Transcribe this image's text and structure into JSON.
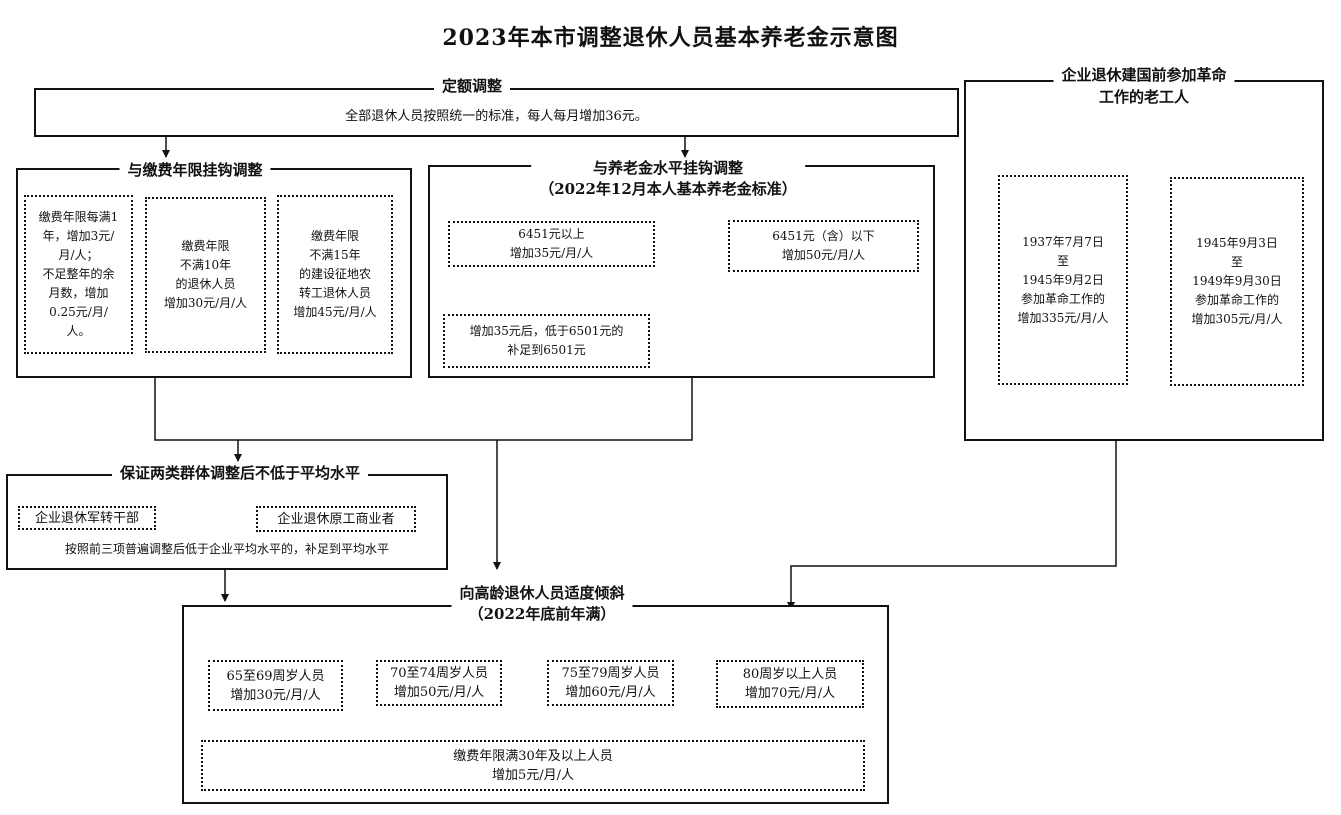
{
  "title": "2023年本市调整退休人员基本养老金示意图",
  "fixed": {
    "label": "定额调整",
    "text": "全部退休人员按照统一的标准，每人每月增加36元。"
  },
  "years": {
    "label": "与缴费年限挂钩调整",
    "items": [
      "缴费年限每满1\n年，增加3元/\n月/人；\n不足整年的余\n月数，增加\n0.25元/月/\n人。",
      "缴费年限\n不满10年\n的退休人员\n增加30元/月/人",
      "缴费年限\n不满15年\n的建设征地农\n转工退休人员\n增加45元/月/人"
    ]
  },
  "level": {
    "label": "与养老金水平挂钩调整\n（2022年12月本人基本养老金标准）",
    "above": "6451元以上\n增加35元/月/人",
    "above_topup": "增加35元后，低于6501元的\n补足到6501元",
    "below": "6451元（含）以下\n增加50元/月/人"
  },
  "veteran": {
    "label": "企业退休建国前参加革命\n工作的老工人",
    "items": [
      "1937年7月7日\n至\n1945年9月2日\n参加革命工作的\n增加335元/月/人",
      "1945年9月3日\n至\n1949年9月30日\n参加革命工作的\n增加305元/月/人"
    ]
  },
  "guarantee": {
    "label": "保证两类群体调整后不低于平均水平",
    "groups": [
      "企业退休军转干部",
      "企业退休原工商业者"
    ],
    "note": "按照前三项普遍调整后低于企业平均水平的，补足到平均水平"
  },
  "age": {
    "label": "向高龄退休人员适度倾斜\n（2022年底前年满）",
    "items": [
      "65至69周岁人员\n增加30元/月/人",
      "70至74周岁人员\n增加50元/月/人",
      "75至79周岁人员\n增加60元/月/人",
      "80周岁以上人员\n增加70元/月/人"
    ],
    "extra": "缴费年限满30年及以上人员\n增加5元/月/人"
  }
}
